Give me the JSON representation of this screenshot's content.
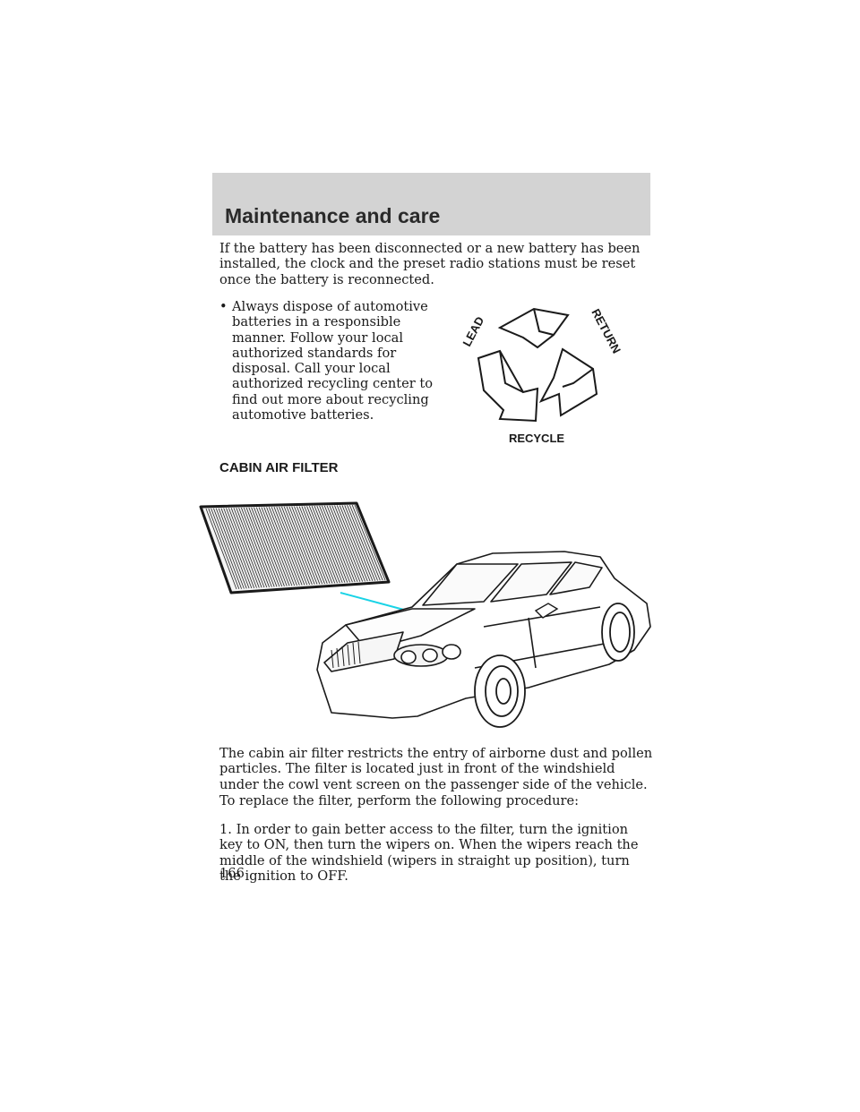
{
  "header": {
    "section_title": "Maintenance and care"
  },
  "intro_paragraph": "If the battery has been disconnected or a new battery has been installed, the clock and the preset radio stations must be reset once the battery is reconnected.",
  "bullet": {
    "symbol": "•",
    "text": "Always dispose of automotive batteries in a responsible manner. Follow your local authorized standards for disposal. Call your local authorized recycling center to find out more about recycling automotive batteries."
  },
  "recycle_logo": {
    "label_left": "LEAD",
    "label_right": "RETURN",
    "label_bottom": "RECYCLE"
  },
  "cabin_section": {
    "title": "CABIN AIR FILTER",
    "paragraph": "The cabin air filter restricts the entry of airborne dust and pollen particles. The filter is located just in front of the windshield under the cowl vent screen on the passenger side of the vehicle.",
    "procedure_intro": "To replace the filter, perform the following procedure:",
    "step1": "1. In order to gain better access to the filter, turn the ignition key to ON, then turn the wipers on. When the wipers reach the middle of the windshield (wipers in straight up position), turn the ignition to OFF."
  },
  "page_number": "166",
  "colors": {
    "header_band": "#d3d3d3",
    "leader_line": "#19d3e6"
  }
}
